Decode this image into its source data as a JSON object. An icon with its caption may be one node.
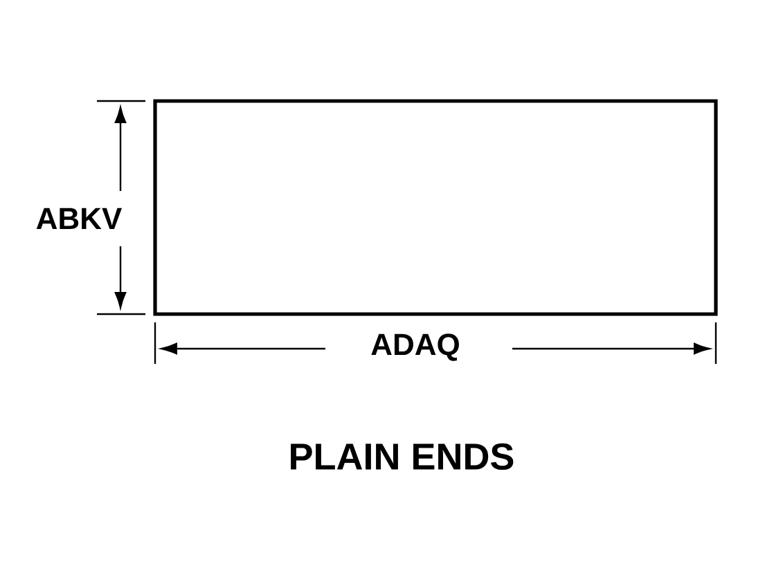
{
  "diagram": {
    "caption": "PLAIN ENDS",
    "labels": [
      "ABKV",
      "ADAQ"
    ]
  }
}
